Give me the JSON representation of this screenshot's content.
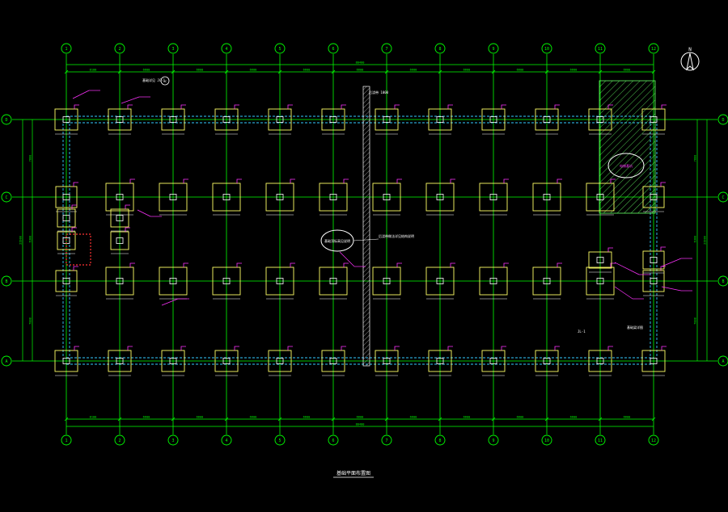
{
  "drawing": {
    "title": "基础平面布置图",
    "north_symbol": "N",
    "colors": {
      "background": "#000000",
      "grid": "#00ff00",
      "footing": "#ffff66",
      "column": "#ffffff",
      "annotation": "#ff33ff",
      "beam": "#33ccff",
      "hatch": "#66ff66",
      "highlight": "#ff3333",
      "text": "#ffffff"
    }
  },
  "axes": {
    "vertical": [
      "1",
      "2",
      "3",
      "4",
      "5",
      "6",
      "7",
      "8",
      "9",
      "10",
      "11",
      "12"
    ],
    "horizontal": [
      "D",
      "C",
      "B",
      "A"
    ]
  },
  "dimensions": {
    "top_spans": [
      "8100",
      "6600",
      "6600",
      "6600",
      "6600",
      "6600",
      "6600",
      "6600",
      "6600",
      "6600",
      "6600"
    ],
    "top_total": "80400",
    "bottom_spans": [
      "8100",
      "6600",
      "6600",
      "6600",
      "6600",
      "6600",
      "6600",
      "6600",
      "6600",
      "6600",
      "6600"
    ],
    "bottom_total": "80400",
    "left_spans": [
      "7800",
      "6300",
      "7800"
    ],
    "left_total": "21900",
    "right_spans": [
      "7800",
      "6300",
      "7800"
    ],
    "right_total": "21900"
  },
  "notes": {
    "expansion_joint": "后浇带 1000",
    "oval_note": "基础顶标高见说明",
    "center_note": "后浇带做法详见结构说明",
    "top_note": "基础详见 JC-1",
    "top_note_ref": "JC",
    "right_note": "电梯基坑",
    "lower_right_note": "基础梁详图",
    "small_label": "JL-1"
  }
}
